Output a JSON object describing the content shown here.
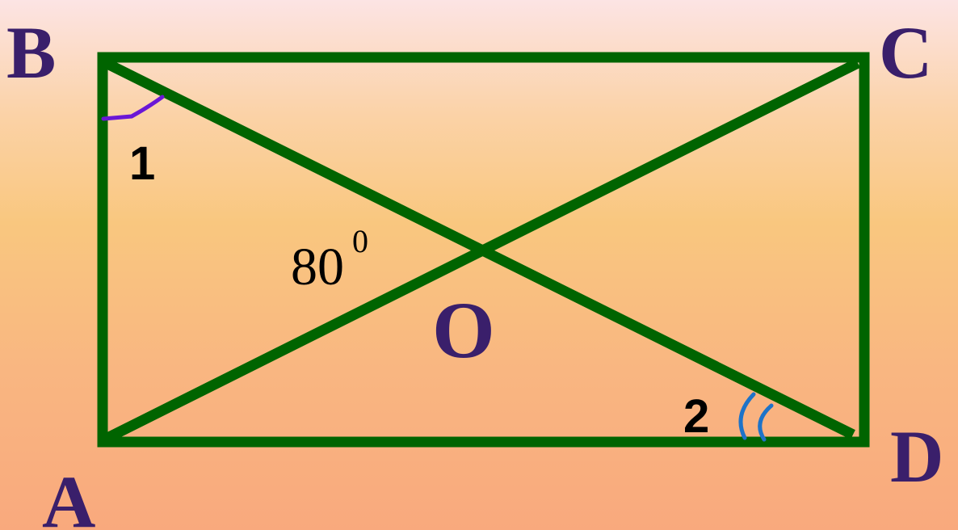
{
  "vertices": {
    "A": "A",
    "B": "B",
    "C": "C",
    "D": "D",
    "O": "O"
  },
  "angle_labels": {
    "angle1": "1",
    "angle2": "2"
  },
  "angle_measure": {
    "value": "80",
    "degree_mark": "0"
  },
  "colors": {
    "lines": "#006400",
    "vertex_labels": "#3a1f6b",
    "angle1_arc": "#6a17d6",
    "angle2_arc": "#1e73c8"
  }
}
